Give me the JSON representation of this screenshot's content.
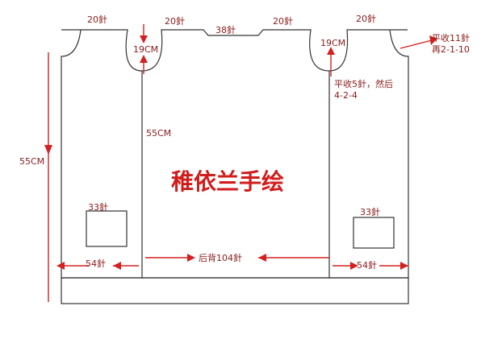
{
  "labels": {
    "neck_left": "20針",
    "shoulder_left_inner": "20針",
    "center_top": "38針",
    "shoulder_right_inner": "20針",
    "neck_right": "20針",
    "armhole_depth_left": "19CM",
    "armhole_depth_right": "19CM",
    "decrease_note_top_line1": "平收11針",
    "decrease_note_top_line2": "再2-1-10",
    "decrease_note_mid_line1": "平收5針，然后",
    "decrease_note_mid_line2": "4-2-4",
    "body_height_left": "55CM",
    "body_height_inner": "55CM",
    "watermark": "稚依兰手绘",
    "pocket_left": "33針",
    "pocket_right": "33針",
    "bottom_left": "54針",
    "bottom_center": "后背104針",
    "bottom_right": "54針"
  },
  "colors": {
    "annotation": "#d42020",
    "outline": "#333333",
    "background": "#ffffff"
  }
}
